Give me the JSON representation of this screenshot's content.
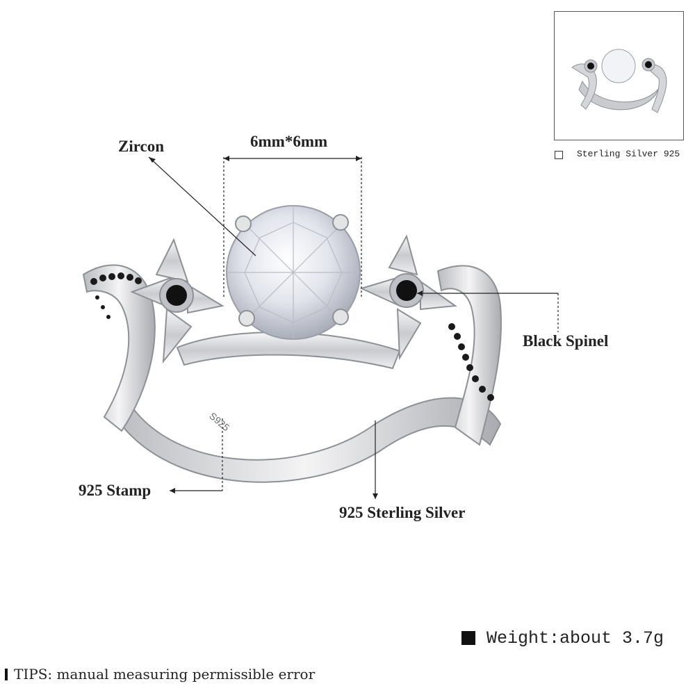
{
  "labels": {
    "zircon": "Zircon",
    "size": "6mm*6mm",
    "black_spinel": "Black Spinel",
    "stamp": "925 Stamp",
    "silver": "925 Sterling Silver",
    "band_stamp": "S925"
  },
  "thumbnail": {
    "caption": "Sterling Silver 925"
  },
  "weight": {
    "text": "Weight:about 3.7g"
  },
  "tips": {
    "text": "TIPS: manual measuring permissible error"
  },
  "colors": {
    "text": "#222222",
    "silver": "#d9dadd",
    "spinel": "#111111",
    "zircon": "#eef0f6"
  }
}
